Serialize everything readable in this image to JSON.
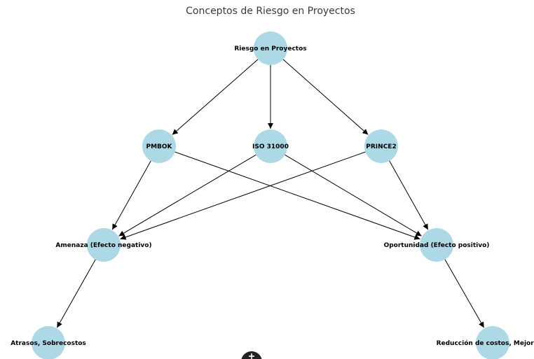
{
  "diagram": {
    "title": "Conceptos de Riesgo en Proyectos",
    "node_color": "#add8e6",
    "edge_color": "#000000",
    "nodes": [
      {
        "id": "riesgo",
        "label": "Riesgo en Proyectos"
      },
      {
        "id": "pmbok",
        "label": "PMBOK"
      },
      {
        "id": "iso",
        "label": "ISO 31000"
      },
      {
        "id": "prince2",
        "label": "PRINCE2"
      },
      {
        "id": "amenaza",
        "label": "Amenaza (Efecto negativo)"
      },
      {
        "id": "oportunidad",
        "label": "Oportunidad (Efecto positivo)"
      },
      {
        "id": "atrasos",
        "label": "Atrasos, Sobrecostos"
      },
      {
        "id": "reduccion",
        "label": "Reducción de costos, Mejora de"
      }
    ],
    "edges": [
      {
        "from": "riesgo",
        "to": "pmbok"
      },
      {
        "from": "riesgo",
        "to": "iso"
      },
      {
        "from": "riesgo",
        "to": "prince2"
      },
      {
        "from": "pmbok",
        "to": "amenaza"
      },
      {
        "from": "pmbok",
        "to": "oportunidad"
      },
      {
        "from": "iso",
        "to": "amenaza"
      },
      {
        "from": "iso",
        "to": "oportunidad"
      },
      {
        "from": "prince2",
        "to": "amenaza"
      },
      {
        "from": "prince2",
        "to": "oportunidad"
      },
      {
        "from": "amenaza",
        "to": "atrasos"
      },
      {
        "from": "oportunidad",
        "to": "reduccion"
      }
    ],
    "fab_icon": "plus-icon"
  }
}
